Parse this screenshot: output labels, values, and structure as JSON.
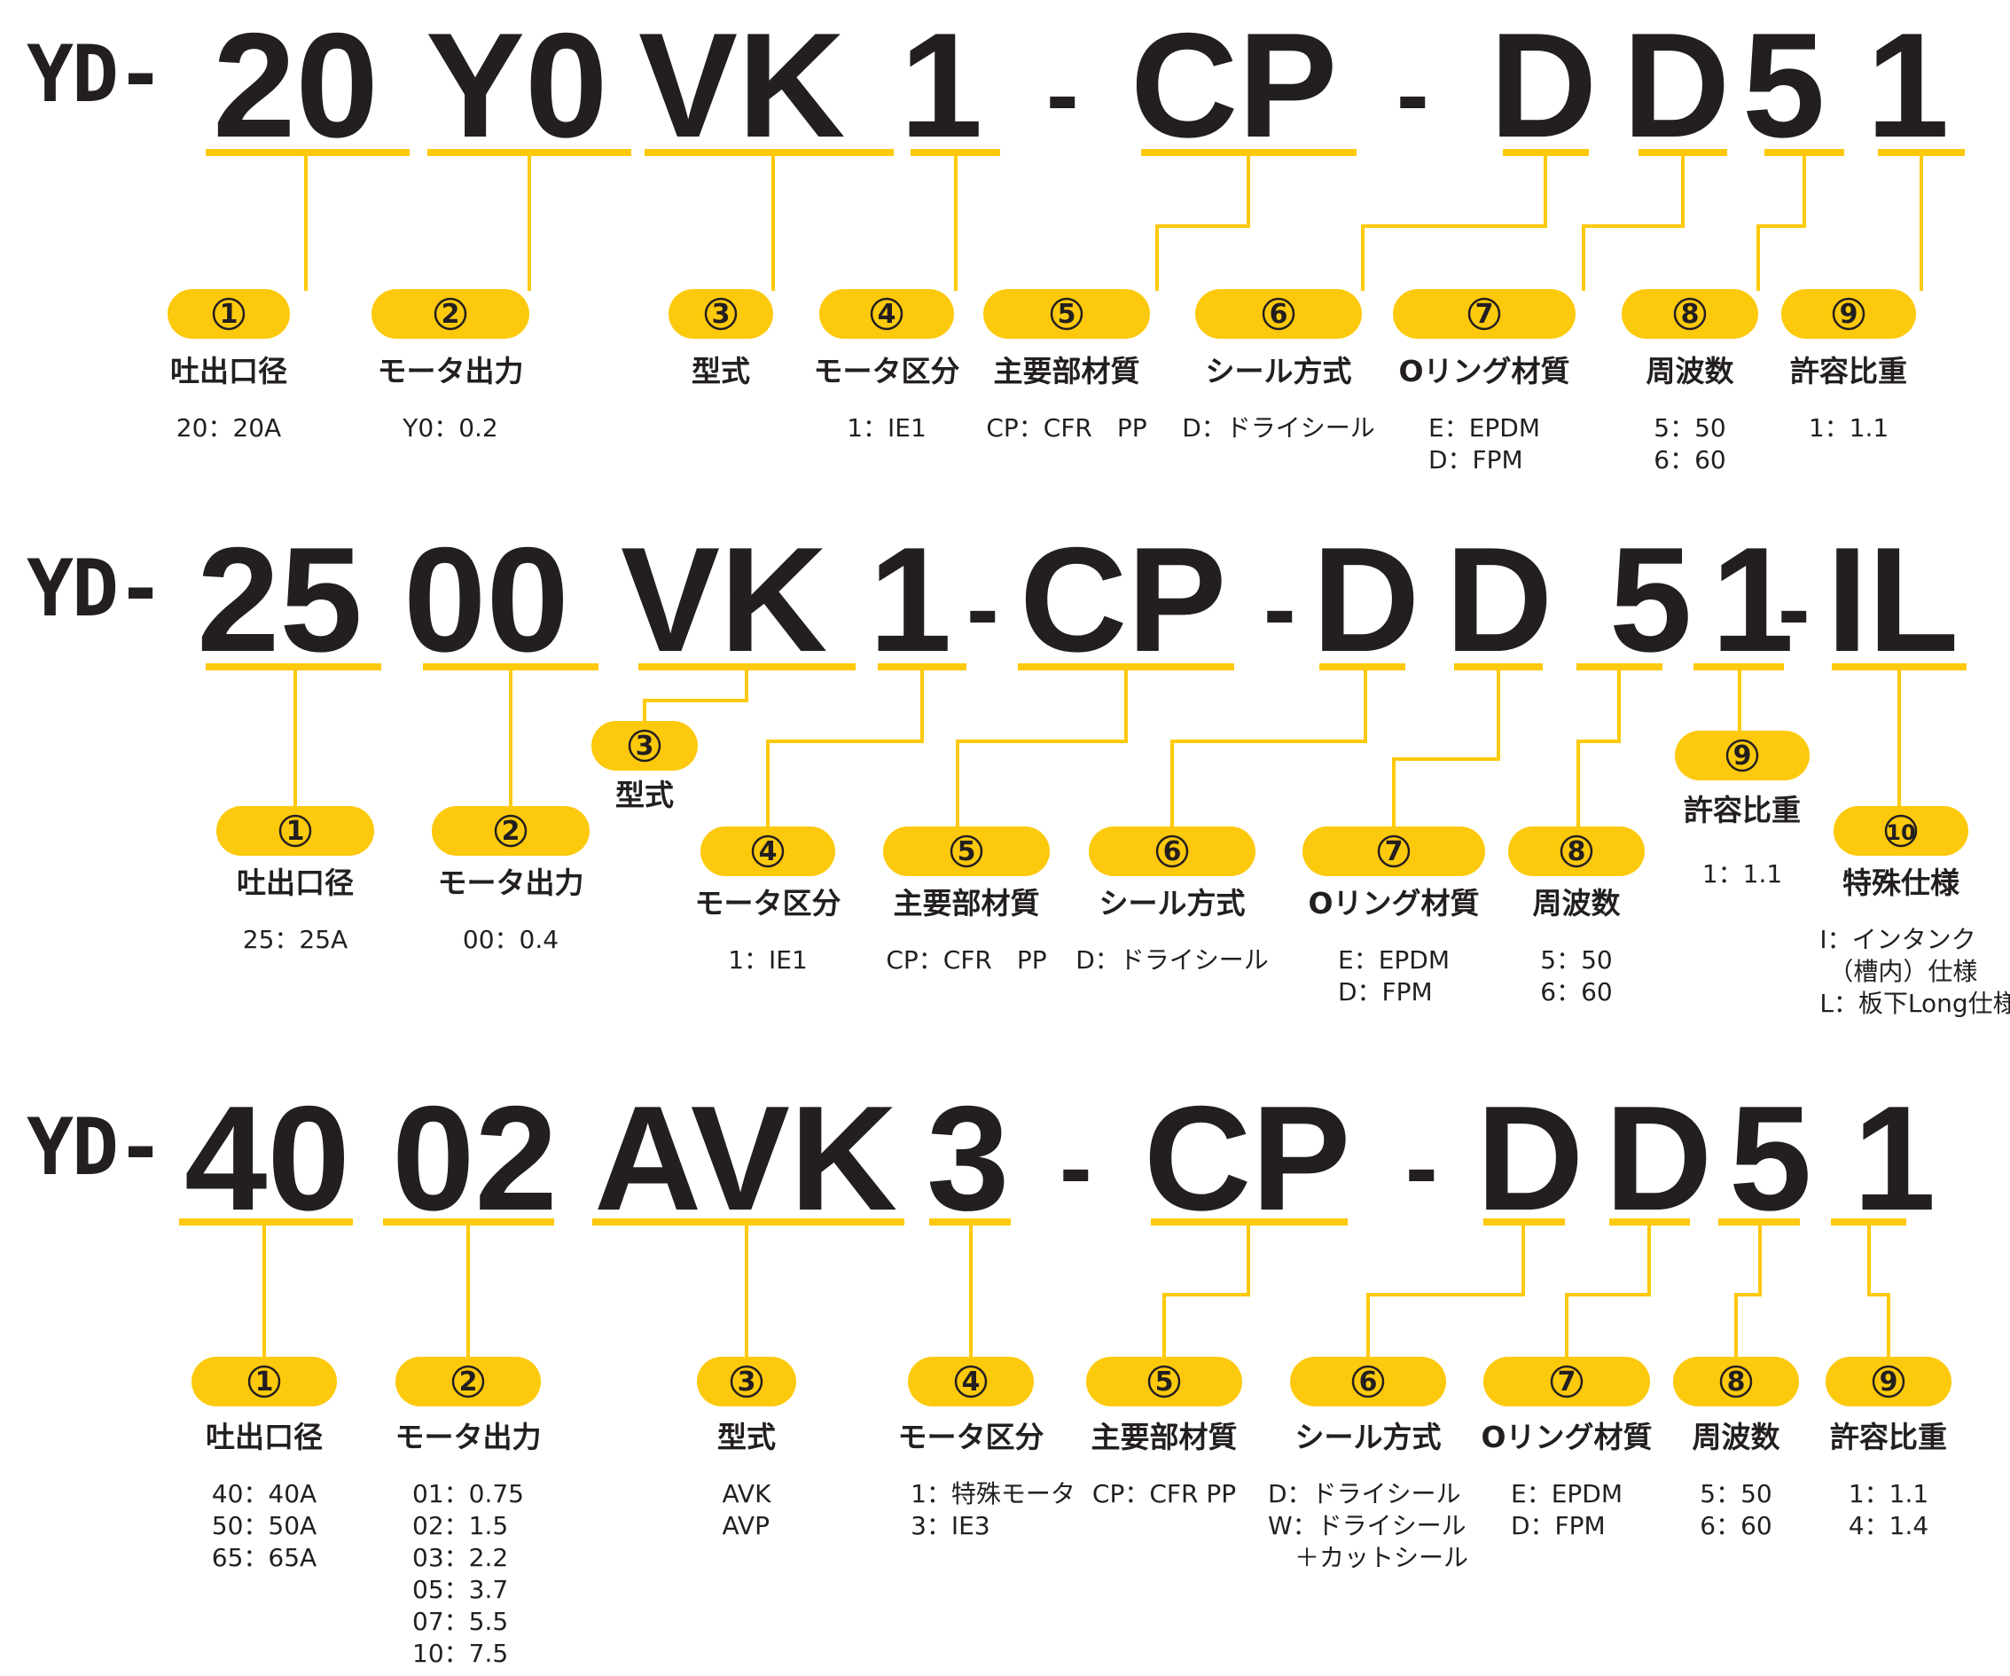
{
  "colors": {
    "accent": "#fdc90c",
    "text": "#231f20"
  },
  "diagrams": [
    {
      "prefix": "YD-",
      "segments": [
        "20",
        "Y0",
        "VK",
        "1",
        "-",
        "CP",
        "-",
        "D",
        "D",
        "5",
        "1"
      ],
      "fields": [
        {
          "num": "①",
          "label": "吐出口径",
          "values": [
            "20：20A"
          ]
        },
        {
          "num": "②",
          "label": "モータ出力",
          "values": [
            "Y0：0.2"
          ]
        },
        {
          "num": "③",
          "label": "型式",
          "values": []
        },
        {
          "num": "④",
          "label": "モータ区分",
          "values": [
            "1：IE1"
          ]
        },
        {
          "num": "⑤",
          "label": "主要部材質",
          "values": [
            "CP：CFR　PP"
          ]
        },
        {
          "num": "⑥",
          "label": "シール方式",
          "values": [
            "D：ドライシール"
          ]
        },
        {
          "num": "⑦",
          "label": "Oリング材質",
          "values": [
            "E：EPDM",
            "D：FPM"
          ]
        },
        {
          "num": "⑧",
          "label": "周波数",
          "values": [
            "5：50",
            "6：60"
          ]
        },
        {
          "num": "⑨",
          "label": "許容比重",
          "values": [
            "1：1.1"
          ]
        }
      ]
    },
    {
      "prefix": "YD-",
      "segments": [
        "25",
        "00",
        "VK",
        "1",
        "-",
        "CP",
        "-",
        "D",
        "D",
        "5",
        "1",
        "-",
        "IL"
      ],
      "fields": [
        {
          "num": "①",
          "label": "吐出口径",
          "values": [
            "25：25A"
          ]
        },
        {
          "num": "②",
          "label": "モータ出力",
          "values": [
            "00：0.4"
          ]
        },
        {
          "num": "③",
          "label": "型式",
          "values": []
        },
        {
          "num": "④",
          "label": "モータ区分",
          "values": [
            "1：IE1"
          ]
        },
        {
          "num": "⑤",
          "label": "主要部材質",
          "values": [
            "CP：CFR　PP"
          ]
        },
        {
          "num": "⑥",
          "label": "シール方式",
          "values": [
            "D：ドライシール"
          ]
        },
        {
          "num": "⑦",
          "label": "Oリング材質",
          "values": [
            "E：EPDM",
            "D：FPM"
          ]
        },
        {
          "num": "⑧",
          "label": "周波数",
          "values": [
            "5：50",
            "6：60"
          ]
        },
        {
          "num": "⑨",
          "label": "許容比重",
          "values": [
            "1：1.1"
          ]
        },
        {
          "num": "⑩",
          "label": "特殊仕様",
          "values": [
            "I：インタンク",
            "（槽内）仕様",
            "L：板下Long仕様"
          ]
        }
      ]
    },
    {
      "prefix": "YD-",
      "segments": [
        "40",
        "02",
        "AVK",
        "3",
        "-",
        "CP",
        "-",
        "D",
        "D",
        "5",
        "1"
      ],
      "fields": [
        {
          "num": "①",
          "label": "吐出口径",
          "values": [
            "40：40A",
            "50：50A",
            "65：65A"
          ]
        },
        {
          "num": "②",
          "label": "モータ出力",
          "values": [
            "01：0.75",
            "02：1.5",
            "03：2.2",
            "05：3.7",
            "07：5.5",
            "10：7.5"
          ]
        },
        {
          "num": "③",
          "label": "型式",
          "values": [
            "AVK",
            "AVP"
          ]
        },
        {
          "num": "④",
          "label": "モータ区分",
          "values": [
            "1：特殊モータ",
            "3：IE3"
          ]
        },
        {
          "num": "⑤",
          "label": "主要部材質",
          "values": [
            "CP：CFR  PP"
          ]
        },
        {
          "num": "⑥",
          "label": "シール方式",
          "values": [
            "D：ドライシール",
            "W：ドライシール",
            "＋カットシール"
          ]
        },
        {
          "num": "⑦",
          "label": "Oリング材質",
          "values": [
            "E：EPDM",
            "D：FPM"
          ]
        },
        {
          "num": "⑧",
          "label": "周波数",
          "values": [
            "5：50",
            "6：60"
          ]
        },
        {
          "num": "⑨",
          "label": "許容比重",
          "values": [
            "1：1.1",
            "4：1.4"
          ]
        }
      ]
    }
  ]
}
